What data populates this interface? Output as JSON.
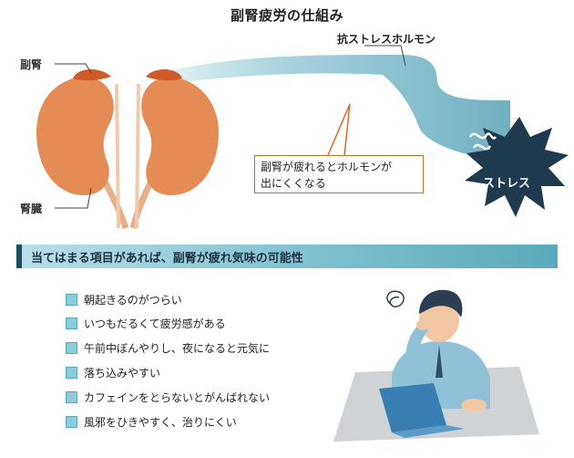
{
  "title": "副腎疲労の仕組み",
  "labels": {
    "adrenal": "副腎",
    "kidney": "腎臓",
    "hormone": "抗ストレスホルモン",
    "stress": "ストレス"
  },
  "callout": {
    "line1": "副腎が疲れるとホルモンが",
    "line2": "出にくくなる"
  },
  "checklist": {
    "heading": "当てはまる項目があれば、副腎が疲れ気味の可能性",
    "items": [
      "朝起きるのがつらい",
      "いつもだるくて疲労感がある",
      "午前中ぼんやりし、夜になると元気に",
      "落ち込みやすい",
      "カフェインをとらないとがんばれない",
      "風邪をひきやすく、治りにくい"
    ]
  },
  "colors": {
    "kidney": "#e58c56",
    "adrenal": "#cf5a2a",
    "hormone_flow": "#86bfcd",
    "stress_burst": "#1e3a4c",
    "banner": "#7fc0cf",
    "checkbox": "#8ccbd8",
    "callout_border": "#d86a2c"
  },
  "icons": [
    "checkbox-icon",
    "stress-burst-icon",
    "tired-man-illustration",
    "laptop-illustration"
  ]
}
